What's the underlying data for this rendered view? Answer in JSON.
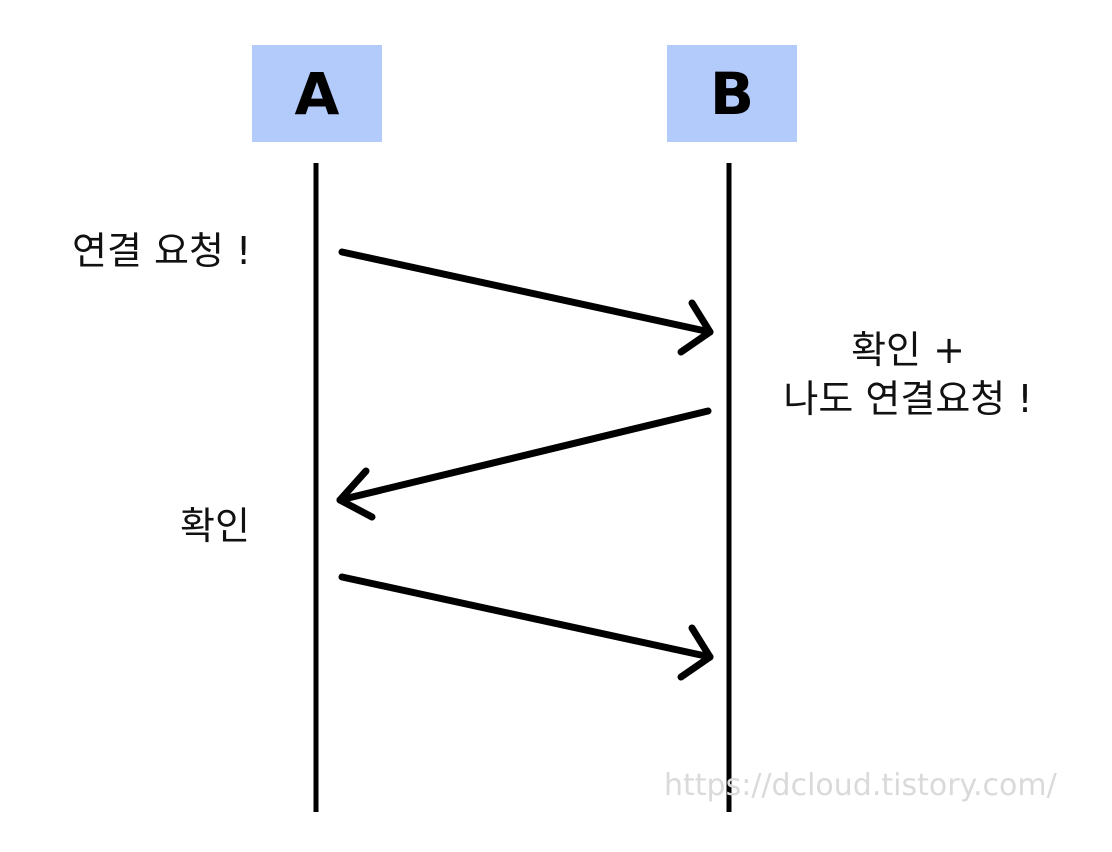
{
  "nodes": {
    "a": {
      "label": "A"
    },
    "b": {
      "label": "B"
    }
  },
  "messages": [
    {
      "text": "연결 요청 !"
    },
    {
      "line1": "확인 +",
      "line2": "나도 연결요청 !"
    },
    {
      "text": "확인"
    }
  ],
  "watermark": "https://dcloud.tistory.com/",
  "colors": {
    "node_fill": "#b3cbfa",
    "line": "#000000",
    "watermark": "#dadada"
  }
}
